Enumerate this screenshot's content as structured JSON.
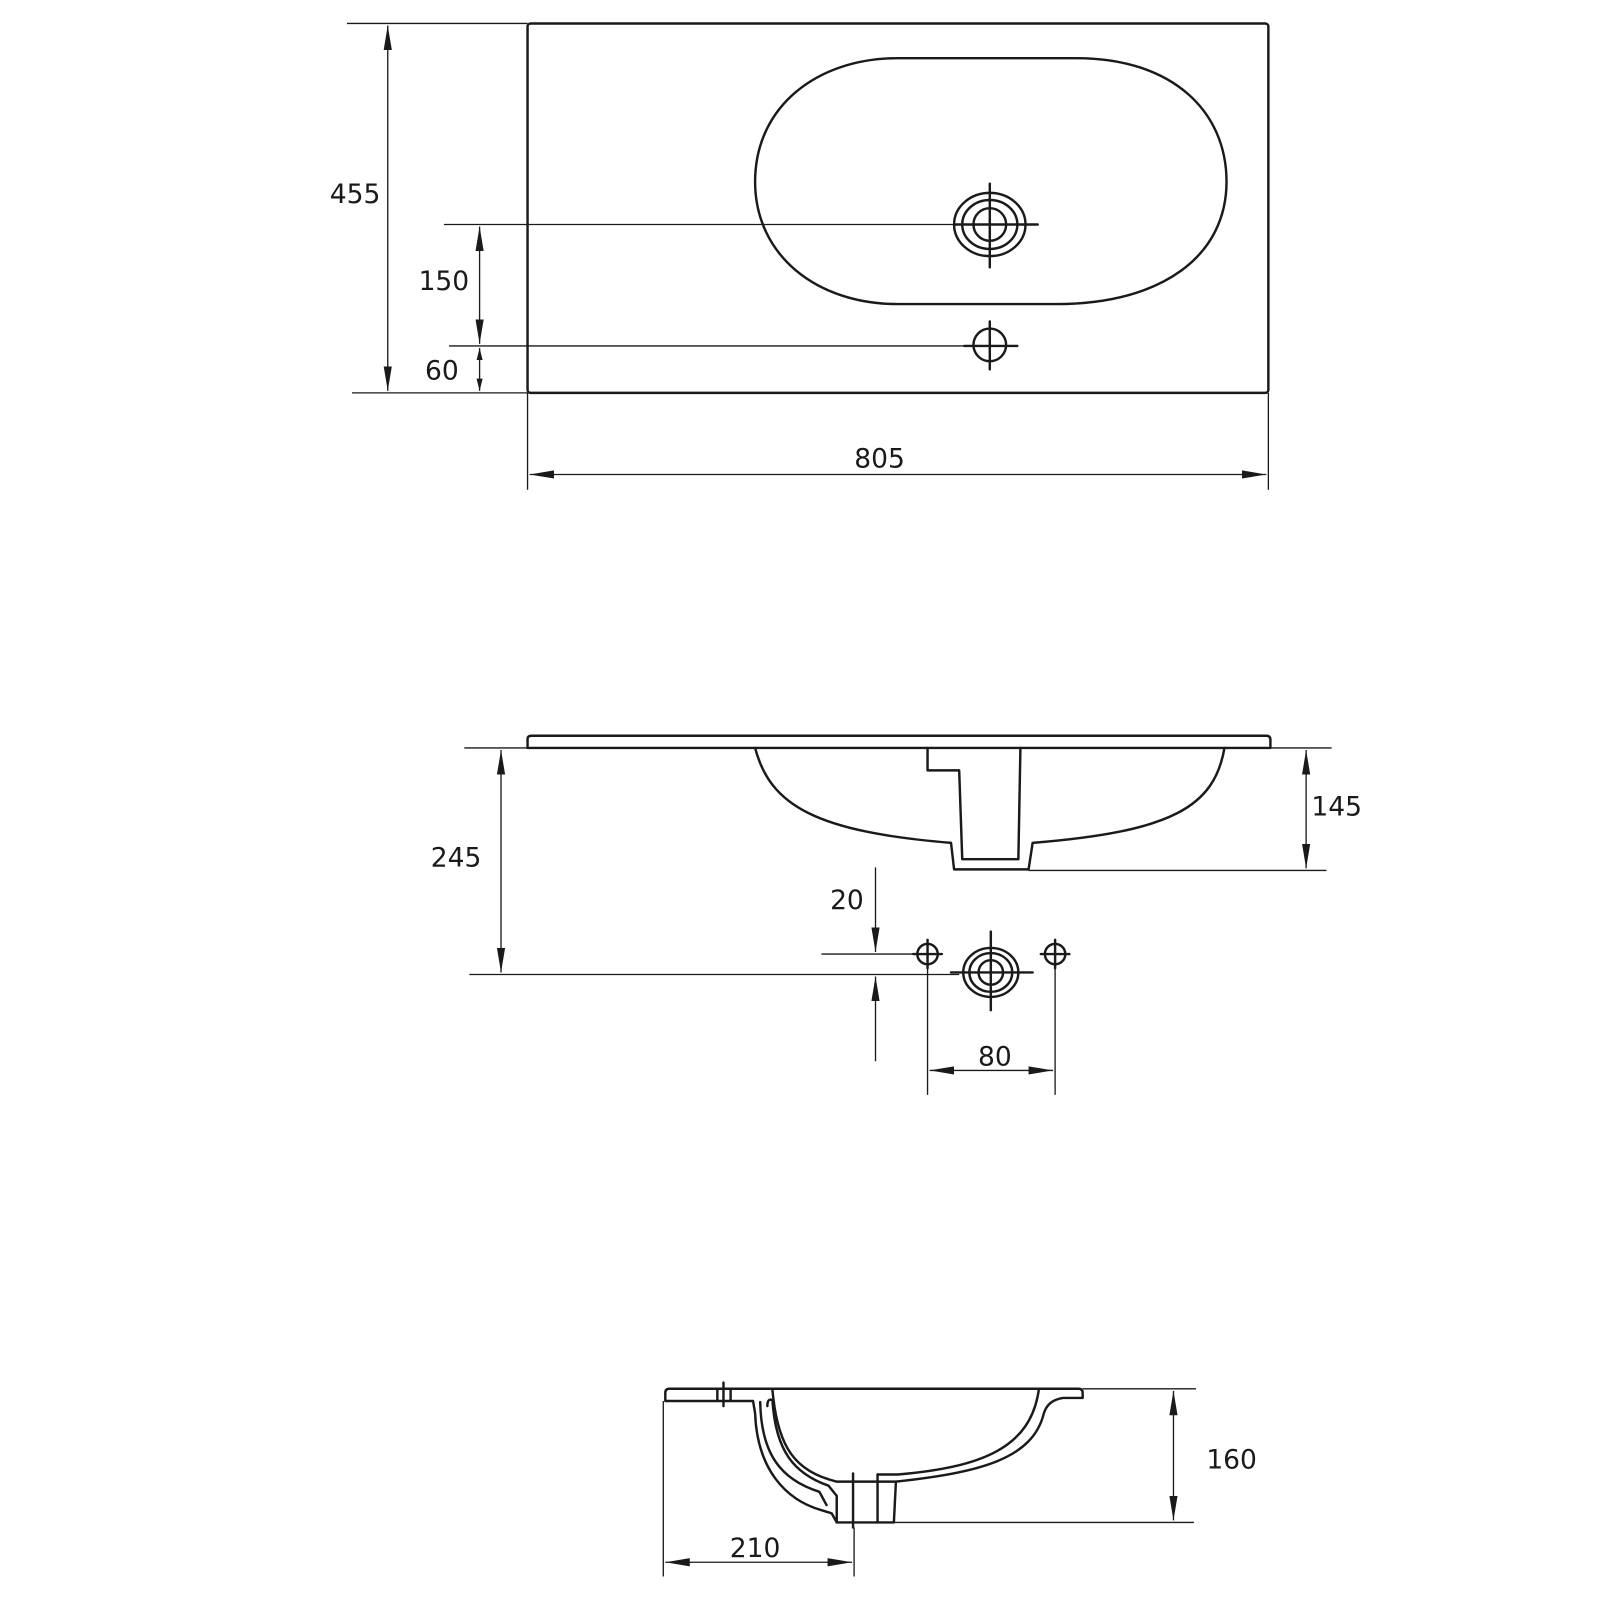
{
  "drawing": {
    "top_view": {
      "dimensions": {
        "depth": "455",
        "drain_to_taphole": "150",
        "taphole_to_edge": "60",
        "width": "805"
      }
    },
    "front_view": {
      "dimensions": {
        "total_height": "245",
        "bowl_depth": "145",
        "taphole_offset": "20",
        "hole_spacing": "80"
      }
    },
    "side_view": {
      "dimensions": {
        "height": "160",
        "drain_offset": "210"
      }
    },
    "colors": {
      "line": "#1a1a1a",
      "background": "#ffffff"
    }
  }
}
